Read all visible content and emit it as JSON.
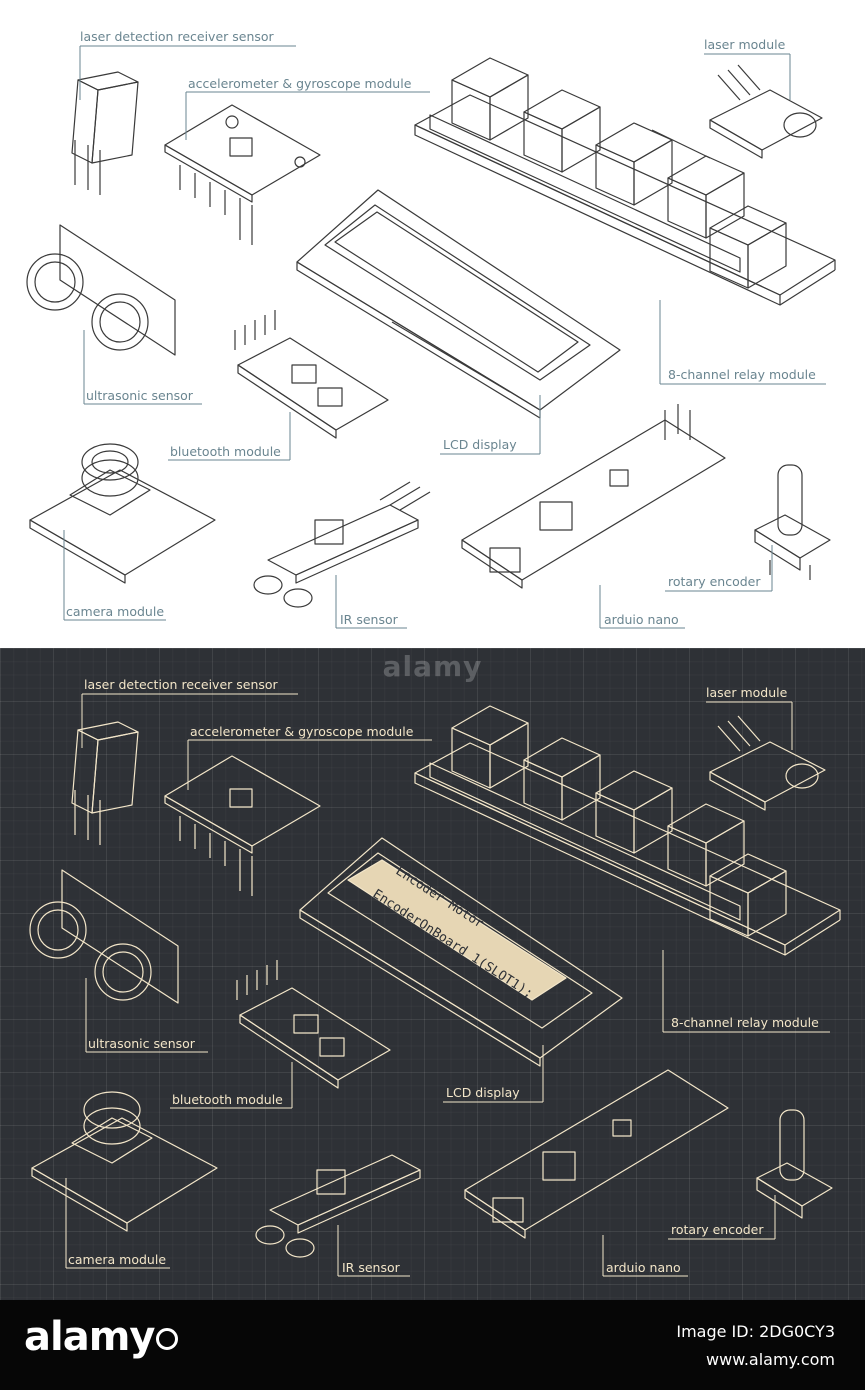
{
  "labels": {
    "laser_receiver": "laser detection receiver sensor",
    "accel_gyro": "accelerometer & gyroscope module",
    "laser_module": "laser module",
    "ultrasonic": "ultrasonic sensor",
    "bluetooth": "bluetooth module",
    "lcd": "LCD display",
    "relay": "8-channel relay module",
    "camera": "camera module",
    "ir": "IR sensor",
    "arduino": "arduio nano",
    "rotary": "rotary encoder"
  },
  "lcd_screen_text": {
    "line1": "Encoder Motor",
    "line2": "EncoderOnBoard_1(SLOT1);"
  },
  "watermark": "alamy",
  "footer": {
    "brand": "alamy",
    "image_id": "Image ID: 2DG0CY3",
    "site": "www.alamy.com"
  },
  "colors": {
    "light_bg": "#ffffff",
    "light_line": "#3a3a3a",
    "light_label": "#6a8590",
    "dark_bg": "#2e3136",
    "dark_line": "#f3e6c9",
    "lcd_screen": "#e6d6b4",
    "footer_bg": "#060606"
  }
}
